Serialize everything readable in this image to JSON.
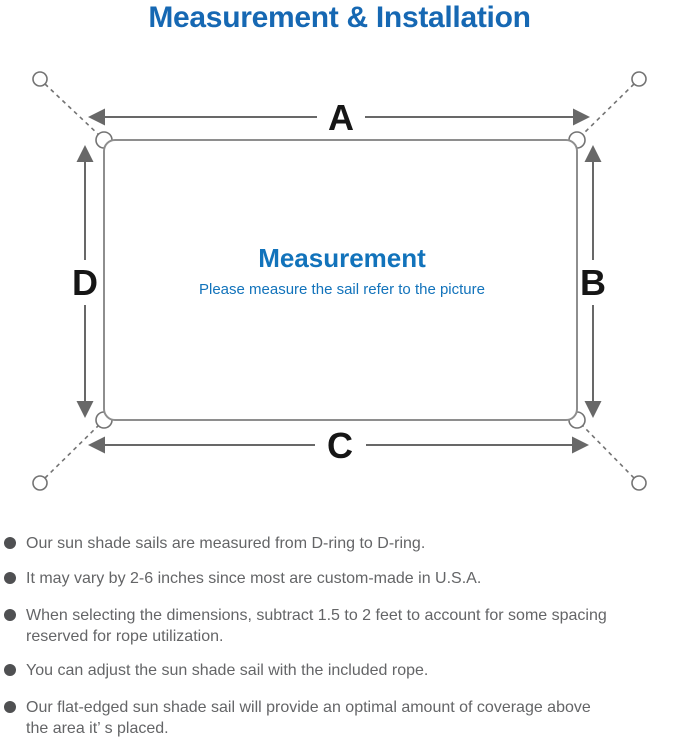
{
  "page": {
    "title": "Measurement & Installation"
  },
  "colors": {
    "title_blue": "#1668b3",
    "center_blue": "#1273bb",
    "diagram_line_gray": "#8e8e8e",
    "ring_gray": "#737373",
    "arrow_gray": "#686868",
    "label_black": "#161616",
    "body_text_gray": "#646567",
    "bullet_dot_gray": "#4f5052"
  },
  "diagram": {
    "center_title": "Measurement",
    "center_subtitle": "Please measure the sail refer to the picture",
    "labels": {
      "top": "A",
      "right": "B",
      "bottom": "C",
      "left": "D"
    }
  },
  "bullets": [
    {
      "lines": [
        "Our sun shade sails are measured from D-ring to D-ring."
      ]
    },
    {
      "lines": [
        "It may vary by 2-6 inches since most are custom-made in U.S.A."
      ]
    },
    {
      "lines": [
        "When selecting the dimensions, subtract 1.5 to 2 feet to account for some spacing",
        "reserved for rope utilization."
      ]
    },
    {
      "lines": [
        "You can adjust the sun shade sail with the included rope."
      ]
    },
    {
      "lines": [
        "Our flat-edged sun shade sail will provide an optimal amount of coverage above",
        "the area it’ s placed."
      ]
    }
  ]
}
